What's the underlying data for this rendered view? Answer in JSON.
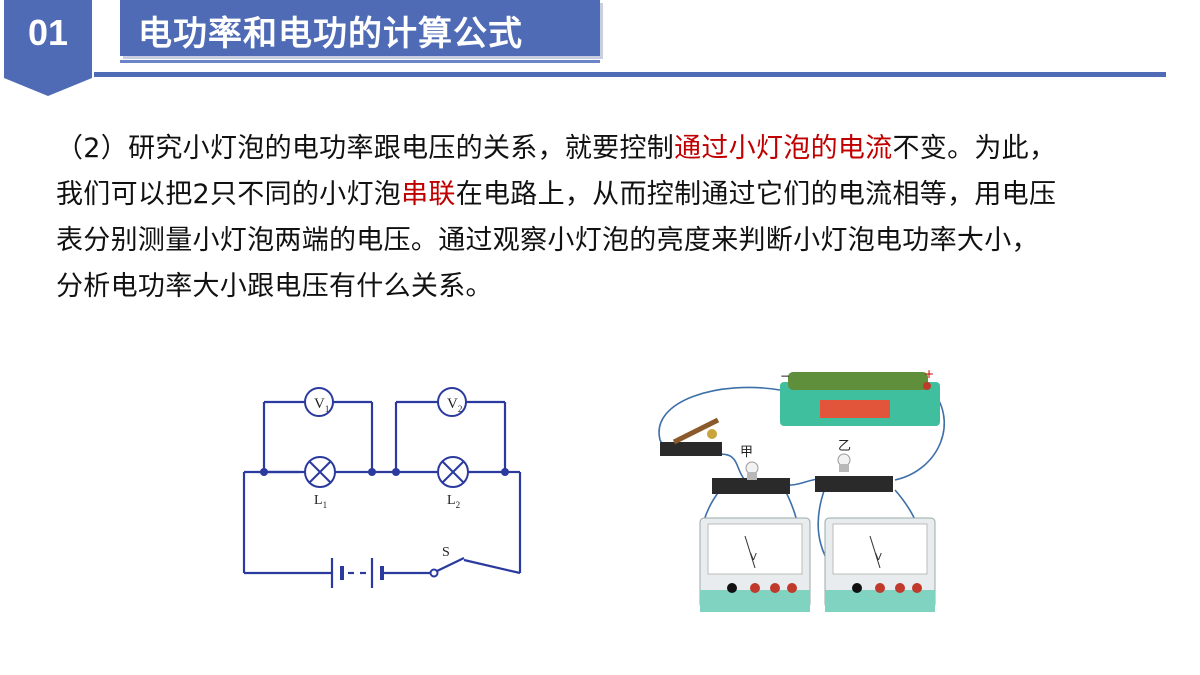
{
  "header": {
    "section_number": "01",
    "title": "电功率和电功的计算公式"
  },
  "paragraph": {
    "line1_a": "（2）研究小灯泡的电功率跟电压的关系，就要控制",
    "line1_highlight": "通过小灯泡的电流",
    "line1_b": "不变。为此，",
    "line2_a": "我们可以把2只不同的小灯泡",
    "line2_highlight": "串联",
    "line2_b": "在电路上，从而控制通过它们的电流相等，用电压",
    "line3": "表分别测量小灯泡两端的电压。通过观察小灯泡的亮度来判断小灯泡电功率大小，",
    "line4": "分析电功率大小跟电压有什么关系。"
  },
  "circuit": {
    "meter1": "V",
    "meter1_sub": "1",
    "meter2": "V",
    "meter2_sub": "2",
    "lamp1": "L",
    "lamp1_sub": "1",
    "lamp2": "L",
    "lamp2_sub": "2",
    "switch": "S"
  },
  "photo": {
    "label_jia": "甲",
    "label_yi": "乙",
    "minus": "−",
    "plus": "+",
    "meter_unit": "V"
  },
  "colors": {
    "accent": "#4f6bb5",
    "highlight": "#c00000",
    "circuit_line": "#2b3a9e"
  }
}
